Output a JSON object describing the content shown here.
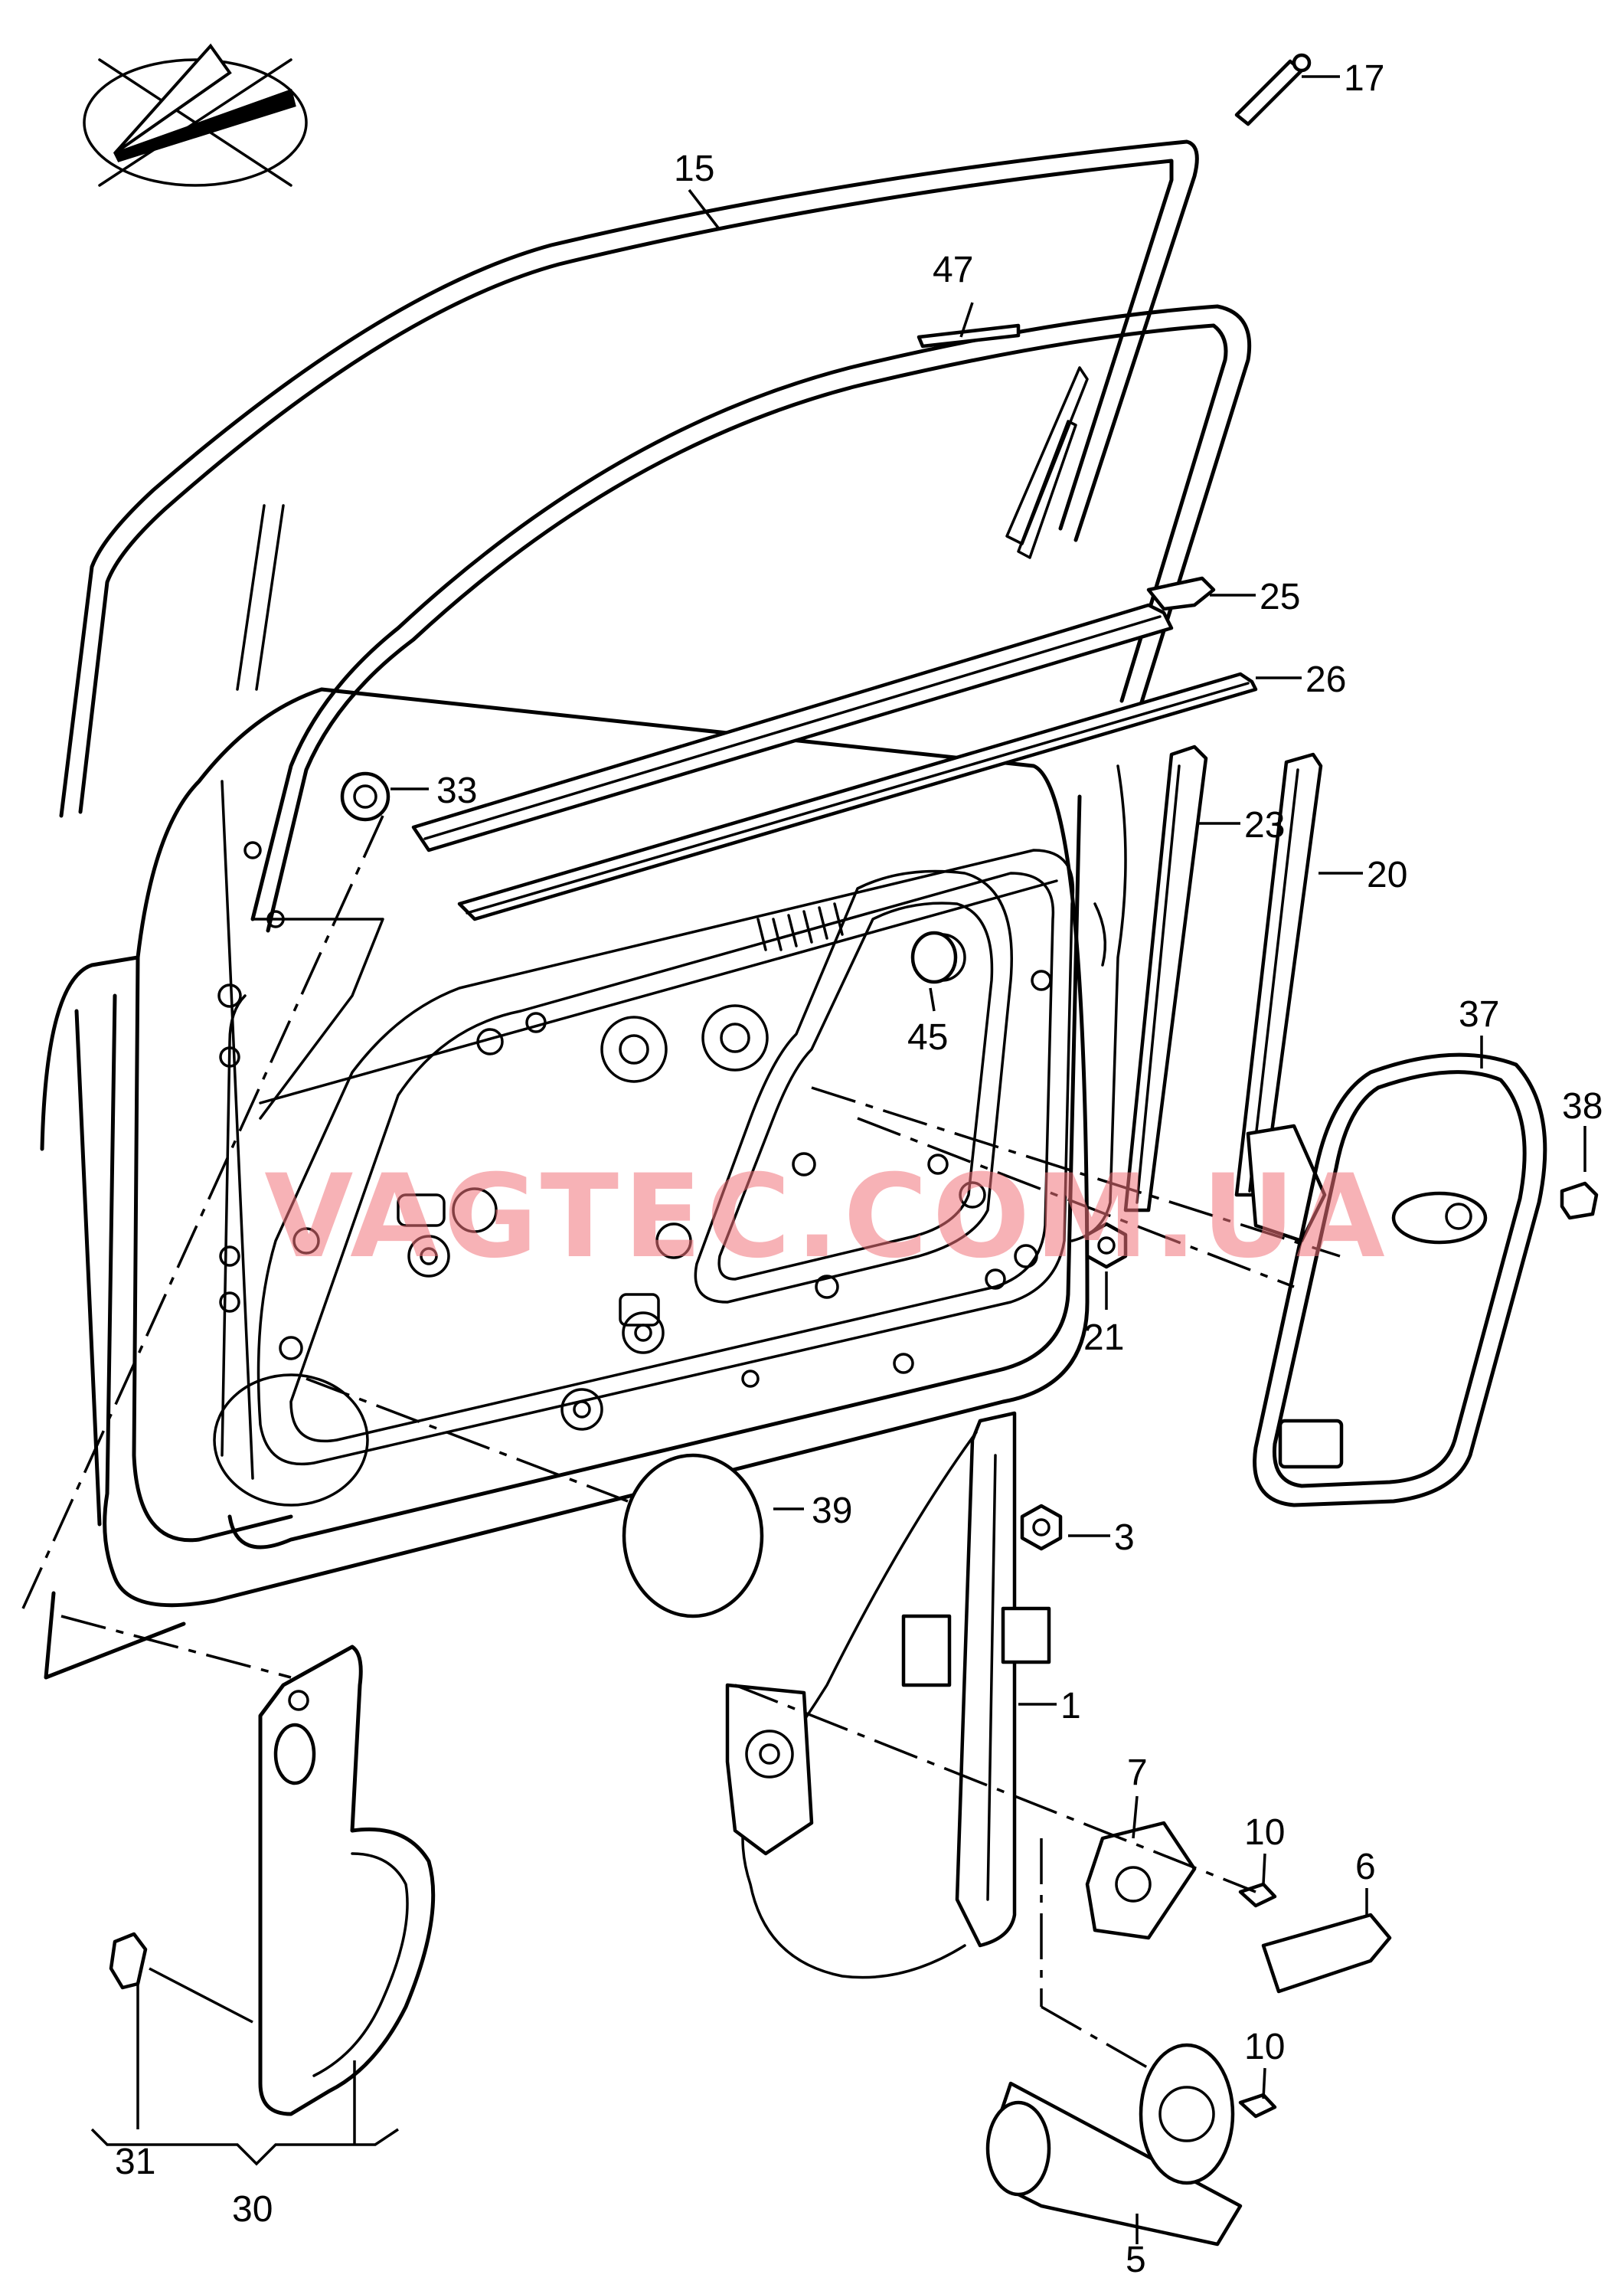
{
  "watermark": "VAGTEC.COM.UA",
  "callouts": [
    {
      "id": "c17",
      "text": "17"
    },
    {
      "id": "c15",
      "text": "15"
    },
    {
      "id": "c47",
      "text": "47"
    },
    {
      "id": "c25",
      "text": "25"
    },
    {
      "id": "c26",
      "text": "26"
    },
    {
      "id": "c33",
      "text": "33"
    },
    {
      "id": "c23",
      "text": "23"
    },
    {
      "id": "c20",
      "text": "20"
    },
    {
      "id": "c45",
      "text": "45"
    },
    {
      "id": "c37",
      "text": "37"
    },
    {
      "id": "c38",
      "text": "38"
    },
    {
      "id": "c21",
      "text": "21"
    },
    {
      "id": "c39",
      "text": "39"
    },
    {
      "id": "c3",
      "text": "3"
    },
    {
      "id": "c1",
      "text": "1"
    },
    {
      "id": "c7",
      "text": "7"
    },
    {
      "id": "c10a",
      "text": "10"
    },
    {
      "id": "c6",
      "text": "6"
    },
    {
      "id": "c10b",
      "text": "10"
    },
    {
      "id": "c5",
      "text": "5"
    },
    {
      "id": "c31",
      "text": "31"
    },
    {
      "id": "c30",
      "text": "30"
    }
  ]
}
